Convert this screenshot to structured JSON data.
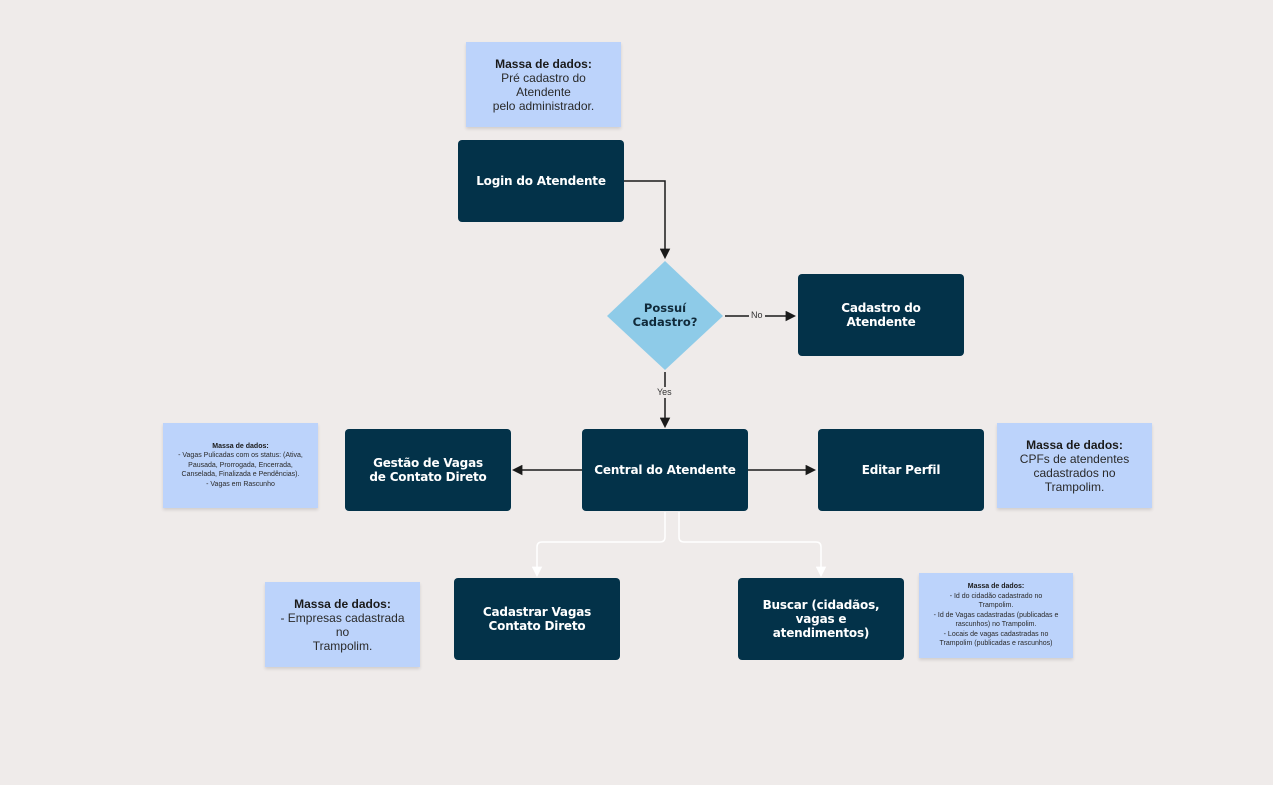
{
  "nodes": {
    "login": "Login do Atendente",
    "possui_cadastro": "Possuí Cadastro?",
    "cadastro_atendente": "Cadastro do Atendente",
    "central": "Central do Atendente",
    "gestao_vagas": "Gestão de Vagas de Contato Direto",
    "editar_perfil": "Editar Perfil",
    "cadastrar_vagas": "Cadastrar  Vagas Contato Direto",
    "buscar": "Buscar (cidadãos, vagas e atendimentos)"
  },
  "edge_labels": {
    "no": "No",
    "yes": "Yes"
  },
  "notes": {
    "top": {
      "title": "Massa de dados:",
      "lines": [
        "Pré cadastro do Atendente",
        "pelo administrador."
      ]
    },
    "left": {
      "title": "Massa de dados:",
      "lines": [
        "- Vagas Pulicadas com os status: (Ativa,",
        "Pausada, Prorrogada, Encerrada,",
        "Canselada, Finalizada e Pendências).",
        "- Vagas em Rascunho"
      ]
    },
    "right": {
      "title": "Massa de dados:",
      "lines": [
        "CPFs de atendentes",
        "cadastrados no",
        "Trampolim."
      ]
    },
    "bottom_left": {
      "title": "Massa de dados:",
      "lines": [
        "- Empresas cadastrada no",
        "Trampolim."
      ]
    },
    "bottom_right": {
      "title": "Massa de dados:",
      "lines": [
        "- Id do cidadão cadastrado no",
        "Trampolim.",
        "- Id de Vagas cadastradas (publicadas e",
        "rascunhos) no Trampolim.",
        "- Locais de vagas cadastradas  no",
        "Trampolim (publicadas e rascunhos)"
      ]
    }
  },
  "colors": {
    "background": "#efebea",
    "process_box": "#033249",
    "decision": "#8ecbe8",
    "sticky_note": "#bcd3fb",
    "connector_dark": "#1a1a1a",
    "connector_light": "#ffffff"
  }
}
